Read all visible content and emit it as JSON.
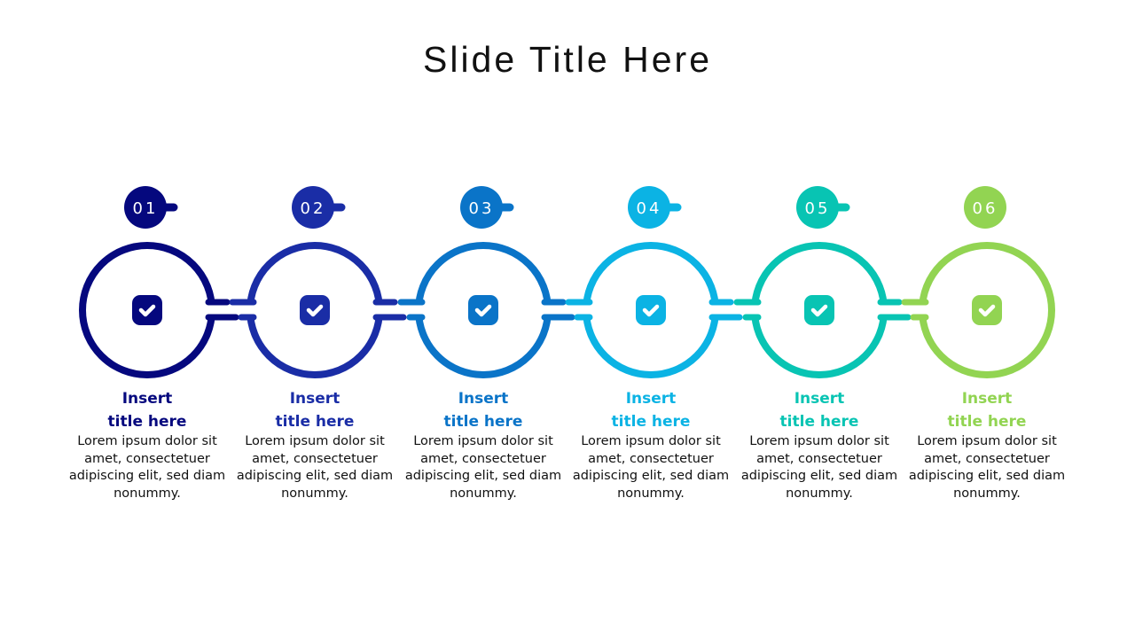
{
  "slide_title": "Slide Title Here",
  "steps": [
    {
      "number": "01",
      "title_line1": "Insert",
      "title_line2": "title here",
      "body": "Lorem ipsum dolor sit amet, consectetuer adipiscing elit, sed diam nonummy.",
      "color": "#05087E",
      "icon": "checkbox-icon"
    },
    {
      "number": "02",
      "title_line1": "Insert",
      "title_line2": "title here",
      "body": "Lorem ipsum dolor sit amet, consectetuer adipiscing elit, sed diam nonummy.",
      "color": "#1A2DA6",
      "icon": "checkbox-icon"
    },
    {
      "number": "03",
      "title_line1": "Insert",
      "title_line2": "title here",
      "body": "Lorem ipsum dolor sit amet, consectetuer adipiscing elit, sed diam nonummy.",
      "color": "#0A74C8",
      "icon": "checkbox-icon"
    },
    {
      "number": "04",
      "title_line1": "Insert",
      "title_line2": "title here",
      "body": "Lorem ipsum dolor sit amet, consectetuer adipiscing elit, sed diam nonummy.",
      "color": "#0BB3E4",
      "icon": "checkbox-icon"
    },
    {
      "number": "05",
      "title_line1": "Insert",
      "title_line2": "title here",
      "body": "Lorem ipsum dolor sit amet, consectetuer adipiscing elit, sed diam nonummy.",
      "color": "#08C4B3",
      "icon": "checkbox-icon"
    },
    {
      "number": "06",
      "title_line1": "Insert",
      "title_line2": "title here",
      "body": "Lorem ipsum dolor sit amet, consectetuer adipiscing elit, sed diam nonummy.",
      "color": "#92D452",
      "icon": "checkbox-icon"
    }
  ]
}
